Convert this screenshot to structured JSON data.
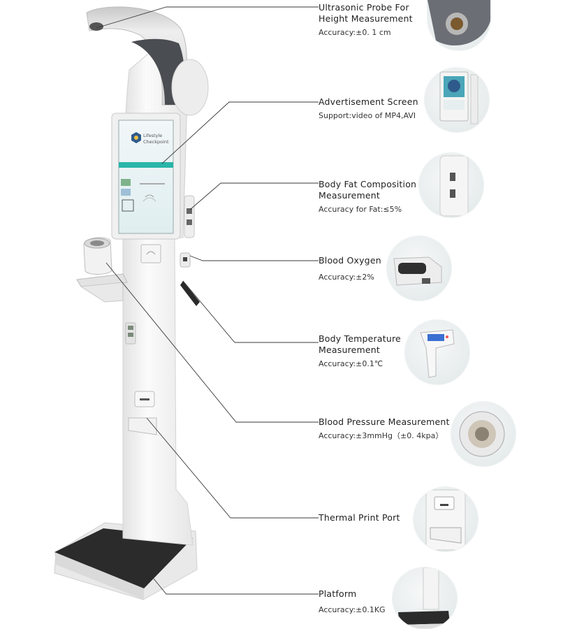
{
  "screen": {
    "brand_line1": "Lifestyle",
    "brand_line2": "Checkpoint"
  },
  "callouts": [
    {
      "id": "height",
      "title_line1": "Ultrasonic Probe For",
      "title_line2": "Height Measurement",
      "spec": "Accuracy:±0. 1 cm"
    },
    {
      "id": "screen",
      "title_line1": "Advertisement Screen",
      "title_line2": "",
      "spec": "Support:video of MP4,AVI"
    },
    {
      "id": "fat",
      "title_line1": "Body Fat Composition",
      "title_line2": "Measurement",
      "spec": "Accuracy for Fat:≤5%"
    },
    {
      "id": "oxygen",
      "title_line1": "Blood Oxygen",
      "title_line2": "",
      "spec": "Accuracy:±2%"
    },
    {
      "id": "temperature",
      "title_line1": "Body Temperature",
      "title_line2": "Measurement",
      "spec": "Accuracy:±0.1℃"
    },
    {
      "id": "pressure",
      "title_line1": "Blood Pressure Measurement",
      "title_line2": "",
      "spec": "Accuracy:±3mmHg（±0. 4kpa）"
    },
    {
      "id": "printer",
      "title_line1": "Thermal Print Port",
      "title_line2": "",
      "spec": ""
    },
    {
      "id": "platform",
      "title_line1": "Platform",
      "title_line2": "",
      "spec": "Accuracy:±0.1KG"
    }
  ],
  "colors": {
    "body": "#f4f4f4",
    "body_shadow": "#dcdcdc",
    "head_dark": "#4a4d52",
    "platform_top": "#2b2b2b",
    "leader_line": "#3a3a3a",
    "screen_teal": "#2bb5a8"
  }
}
